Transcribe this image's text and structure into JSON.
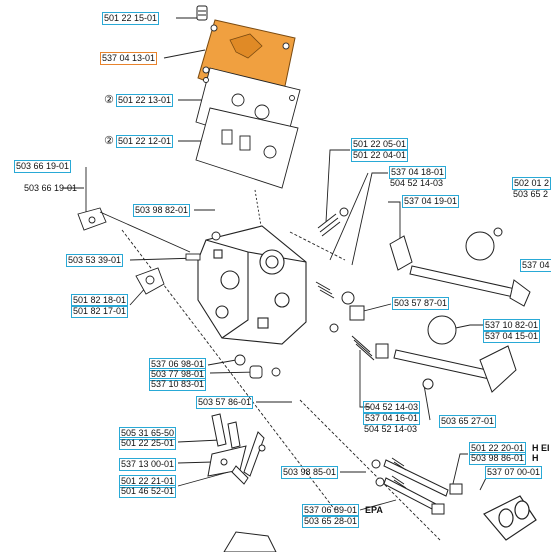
{
  "accent_box_color": "#29a9d6",
  "selected_box_color": "#e8832c",
  "selected_part_fill": "#f0a040",
  "labels": [
    {
      "text": "501 22 15-01",
      "boxed": true
    },
    {
      "text": "537 04 13-01",
      "boxed": true,
      "selected": true
    },
    {
      "text": "501 22 13-01",
      "boxed": true
    },
    {
      "text": "501 22 12-01",
      "boxed": true
    },
    {
      "text": "501 22 05-01",
      "boxed": true
    },
    {
      "text": "501 22 04-01",
      "boxed": true
    },
    {
      "text": "503 66 19-01",
      "boxed": true
    },
    {
      "text": "503 66 19-01",
      "boxed": false
    },
    {
      "text": "537 04 18-01",
      "boxed": true
    },
    {
      "text": "504 52 14-03",
      "boxed": false
    },
    {
      "text": "502 01 2",
      "boxed": true
    },
    {
      "text": "503 65 2",
      "boxed": false
    },
    {
      "text": "537 04 19-01",
      "boxed": true
    },
    {
      "text": "503 98 82-01",
      "boxed": true
    },
    {
      "text": "503 53 39-01",
      "boxed": true
    },
    {
      "text": "537 04",
      "boxed": true
    },
    {
      "text": "501 82 18-01",
      "boxed": true
    },
    {
      "text": "501 82 17-01",
      "boxed": true
    },
    {
      "text": "503 57 87-01",
      "boxed": true
    },
    {
      "text": "537 10 82-01",
      "boxed": true
    },
    {
      "text": "537 04 15-01",
      "boxed": true
    },
    {
      "text": "537 06 98-01",
      "boxed": true
    },
    {
      "text": "503 77 98-01",
      "boxed": true
    },
    {
      "text": "537 10 83-01",
      "boxed": true
    },
    {
      "text": "503 57 86-01",
      "boxed": true
    },
    {
      "text": "504 52 14-03",
      "boxed": true
    },
    {
      "text": "537 04 16-01",
      "boxed": true
    },
    {
      "text": "504 52 14-03",
      "boxed": false
    },
    {
      "text": "503 65 27-01",
      "boxed": true
    },
    {
      "text": "505 31 65-50",
      "boxed": true
    },
    {
      "text": "501 22 25-01",
      "boxed": true
    },
    {
      "text": "501 22 20-01",
      "boxed": true
    },
    {
      "text": "503 98 86-01",
      "boxed": true
    },
    {
      "text": "537 13 00-01",
      "boxed": true
    },
    {
      "text": "537 07 00-01",
      "boxed": true
    },
    {
      "text": "503 98 85-01",
      "boxed": true
    },
    {
      "text": "501 22 21-01",
      "boxed": true
    },
    {
      "text": "501 46 52-01",
      "boxed": true
    },
    {
      "text": "537 06 89-01",
      "boxed": true
    },
    {
      "text": "503 65 28-01",
      "boxed": true
    }
  ],
  "tags": [
    "H EI",
    "H",
    "EPA"
  ],
  "circled_qty": [
    "②",
    "②"
  ]
}
